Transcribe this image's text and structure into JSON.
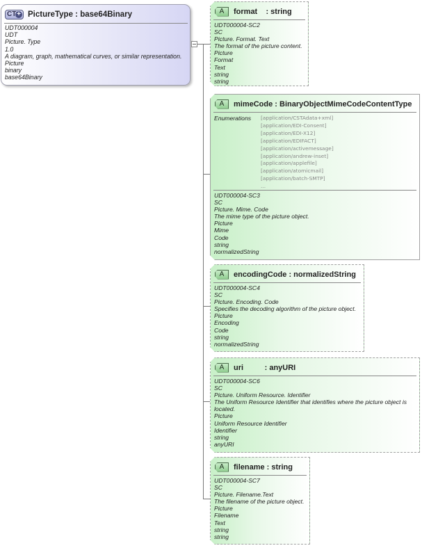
{
  "complex_type": {
    "badge": "CT",
    "name": "PictureType",
    "base": "base64Binary",
    "properties": [
      "UDT000004",
      "UDT",
      "Picture. Type",
      "1.0",
      "A diagram, graph, mathematical curves, or similar representation.",
      "Picture",
      "binary",
      "base64Binary"
    ]
  },
  "attributes": [
    {
      "badge": "A",
      "name": "format",
      "type": "string",
      "title": "format    : string",
      "properties": [
        "UDT000004-SC2",
        "SC",
        "Picture. Format. Text",
        "The format of the picture content.",
        "Picture",
        "Format",
        "Text",
        "string",
        "string"
      ]
    },
    {
      "badge": "A",
      "name": "mimeCode",
      "type": "BinaryObjectMimeCodeContentType",
      "title": "mimeCode : BinaryObjectMimeCodeContentType",
      "enumerations_label": "Enumerations",
      "enumerations": [
        "[application/CSTAdata+xml]",
        "[application/EDI-Consent]",
        "[application/EDI-X12]",
        "[application/EDIFACT]",
        "[application/activemessage]",
        "[application/andrew-inset]",
        "[application/applefile]",
        "[application/atomicmail]",
        "[application/batch-SMTP]",
        "..."
      ],
      "properties": [
        "UDT000004-SC3",
        "SC",
        "Picture. Mime. Code",
        "The mime type of the picture object.",
        "Picture",
        "Mime",
        "Code",
        "string",
        "normalizedString"
      ]
    },
    {
      "badge": "A",
      "name": "encodingCode",
      "type": "normalizedString",
      "title": "encodingCode : normalizedString",
      "properties": [
        "UDT000004-SC4",
        "SC",
        "Picture. Encoding. Code",
        "Specifies the decoding algorithm of the picture object.",
        "Picture",
        "Encoding",
        "Code",
        "string",
        "normalizedString"
      ]
    },
    {
      "badge": "A",
      "name": "uri",
      "type": "anyURI",
      "title": "uri          : anyURI",
      "properties": [
        "UDT000004-SC6",
        "SC",
        "Picture. Uniform Resource. Identifier",
        "The Uniform Resource Identifier that identifies where the picture object is",
        "located.",
        "Picture",
        "Uniform Resource Identifier",
        "Identifier",
        "string",
        "anyURI"
      ]
    },
    {
      "badge": "A",
      "name": "filename",
      "type": "string",
      "title": "filename : string",
      "properties": [
        "UDT000004-SC7",
        "SC",
        "Picture. Filename.Text",
        "The filename of the picture object.",
        "Picture",
        "Filename",
        "Text",
        "string",
        "string"
      ]
    }
  ]
}
